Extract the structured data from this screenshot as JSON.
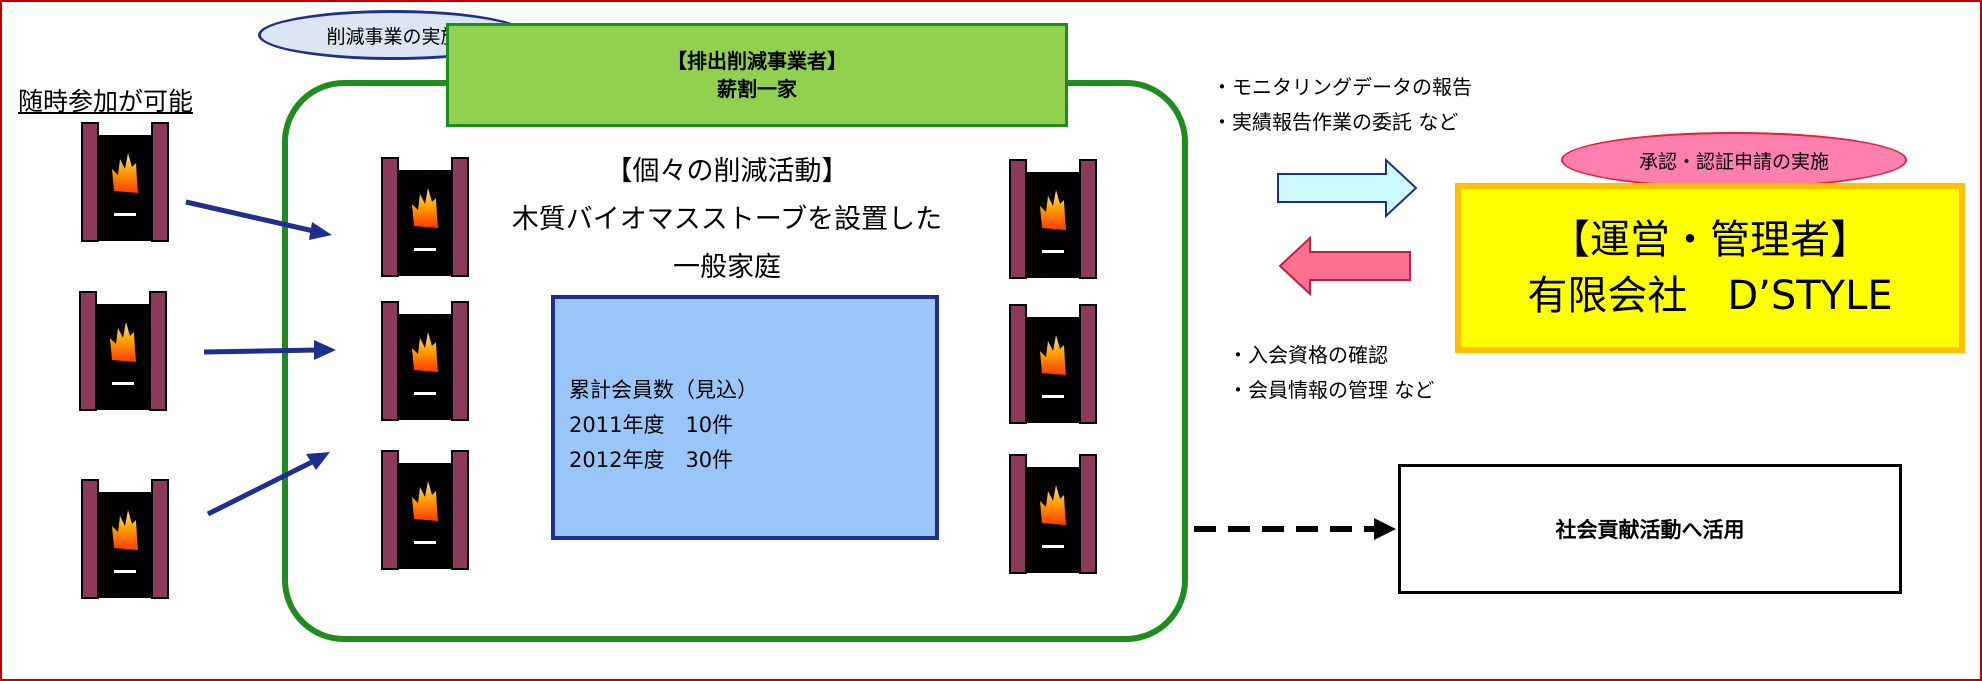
{
  "join_label": "随時参加が可能",
  "oval_reduction": "削減事業の実施",
  "reducer": {
    "line1": "【排出削減事業者】",
    "line2": "薪割一家"
  },
  "activity": {
    "line1": "【個々の削減活動】",
    "line2": "木質バイオマスストーブを設置した",
    "line3": "一般家庭"
  },
  "stats": {
    "line1": "累計会員数（見込）",
    "line2": "2011年度　10件",
    "line3": "2012年度　30件"
  },
  "notes_top": [
    "・モニタリングデータの報告",
    "・実績報告作業の委託 など"
  ],
  "oval_certification": "承認・認証申請の実施",
  "operator": {
    "line1": "【運営・管理者】",
    "line2": "有限会社　D’STYLE"
  },
  "notes_bottom": [
    "・入会資格の確認",
    "・会員情報の管理 など"
  ],
  "social_contribution": "社会貢献活動へ活用",
  "colors": {
    "frame": "#c00000",
    "container_border": "#1e8c1e",
    "reducer_fill": "#92d050",
    "stats_fill": "#99c6f9",
    "operator_fill": "#ffff00",
    "operator_border": "#ffc000",
    "oval_blue": "#dce6f2",
    "oval_pink": "#ff7fae",
    "arrow_right": "#ccfaff",
    "arrow_left": "#ff6f91",
    "stove_side": "#8b3a5c",
    "navy": "#1f2f8f"
  },
  "icons": [
    "wood-stove-icon",
    "arrow-right-icon",
    "arrow-left-icon",
    "dashed-arrow-icon"
  ]
}
